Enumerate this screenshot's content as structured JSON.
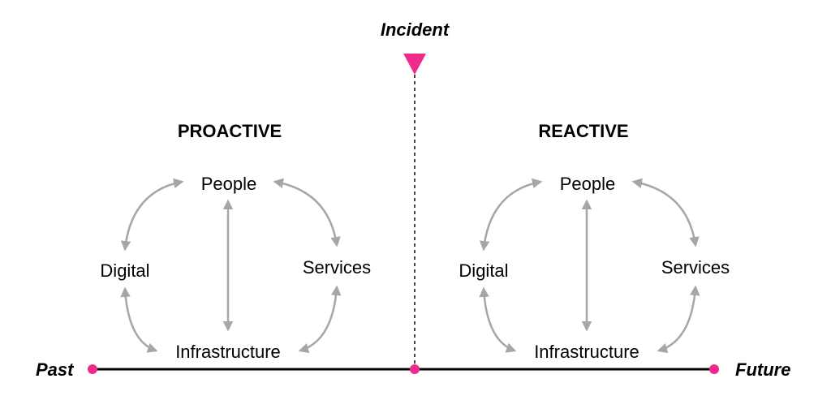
{
  "incident": "Incident",
  "timeline": {
    "start": "Past",
    "end": "Future"
  },
  "colors": {
    "accent": "#ee2a8a",
    "arrow": "#a6a6a6"
  },
  "clusters": [
    {
      "title": "PROACTIVE",
      "nodes": {
        "top": "People",
        "left": "Digital",
        "right": "Services",
        "bottom": "Infrastructure"
      }
    },
    {
      "title": "REACTIVE",
      "nodes": {
        "top": "People",
        "left": "Digital",
        "right": "Services",
        "bottom": "Infrastructure"
      }
    }
  ]
}
